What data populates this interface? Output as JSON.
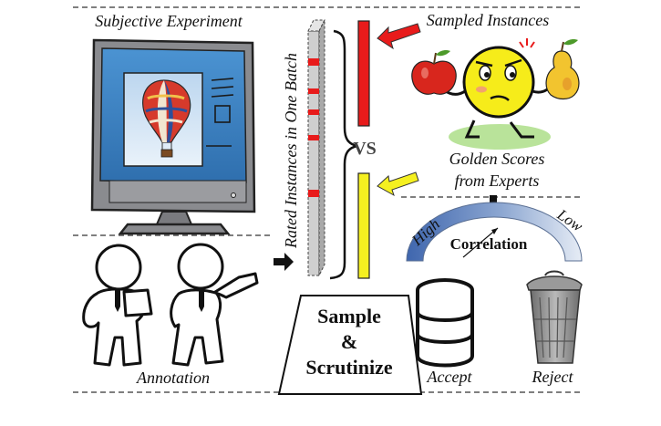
{
  "labels": {
    "subjective_experiment": "Subjective Experiment",
    "rated_instances": "Rated Instances in One Batch",
    "sampled_instances": "Sampled Instances",
    "vs": "VS",
    "golden_scores_line1": "Golden Scores",
    "golden_scores_line2": "from Experts",
    "high": "High",
    "low": "Low",
    "correlation": "Correlation",
    "sample": "Sample",
    "ampersand": "&",
    "scrutinize": "Scrutinize",
    "annotation": "Annotation",
    "accept": "Accept",
    "reject": "Reject"
  },
  "colors": {
    "red": "#e81b1b",
    "yellow": "#f5f020",
    "gauge_blue": "#4a72b8",
    "gauge_light": "#d9e3f1",
    "monitor_screen": "#3f83c4",
    "monitor_body": "#7a7b7f",
    "emoji_face": "#f6ec1a"
  },
  "icons": [
    "monitor-icon",
    "hot-air-balloon-icon",
    "person-icon",
    "apple-icon",
    "pear-icon",
    "database-icon",
    "trash-can-icon"
  ]
}
